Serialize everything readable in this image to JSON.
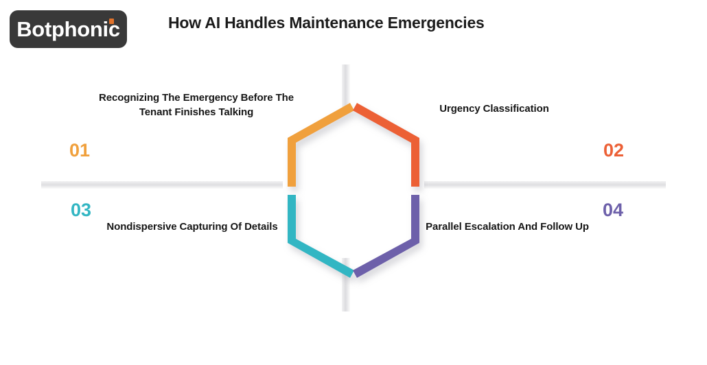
{
  "brand": {
    "name": "Botphonic",
    "badge_color": "#393939",
    "accent_dot_color": "#E2732B"
  },
  "header": {
    "title": "How AI Handles Maintenance Emergencies"
  },
  "infographic": {
    "shape": "hexagon",
    "steps": [
      {
        "number": "01",
        "label": "Recognizing The Emergency Before The Tenant Finishes Talking",
        "color": "#F0A03C",
        "position": "top-left"
      },
      {
        "number": "02",
        "label": "Urgency Classification",
        "color": "#EC6036",
        "position": "top-right"
      },
      {
        "number": "03",
        "label": "Nondispersive Capturing Of Details",
        "color": "#33B6C3",
        "position": "bottom-left"
      },
      {
        "number": "04",
        "label": "Parallel Escalation And Follow Up",
        "color": "#6D60AA",
        "position": "bottom-right"
      }
    ]
  }
}
